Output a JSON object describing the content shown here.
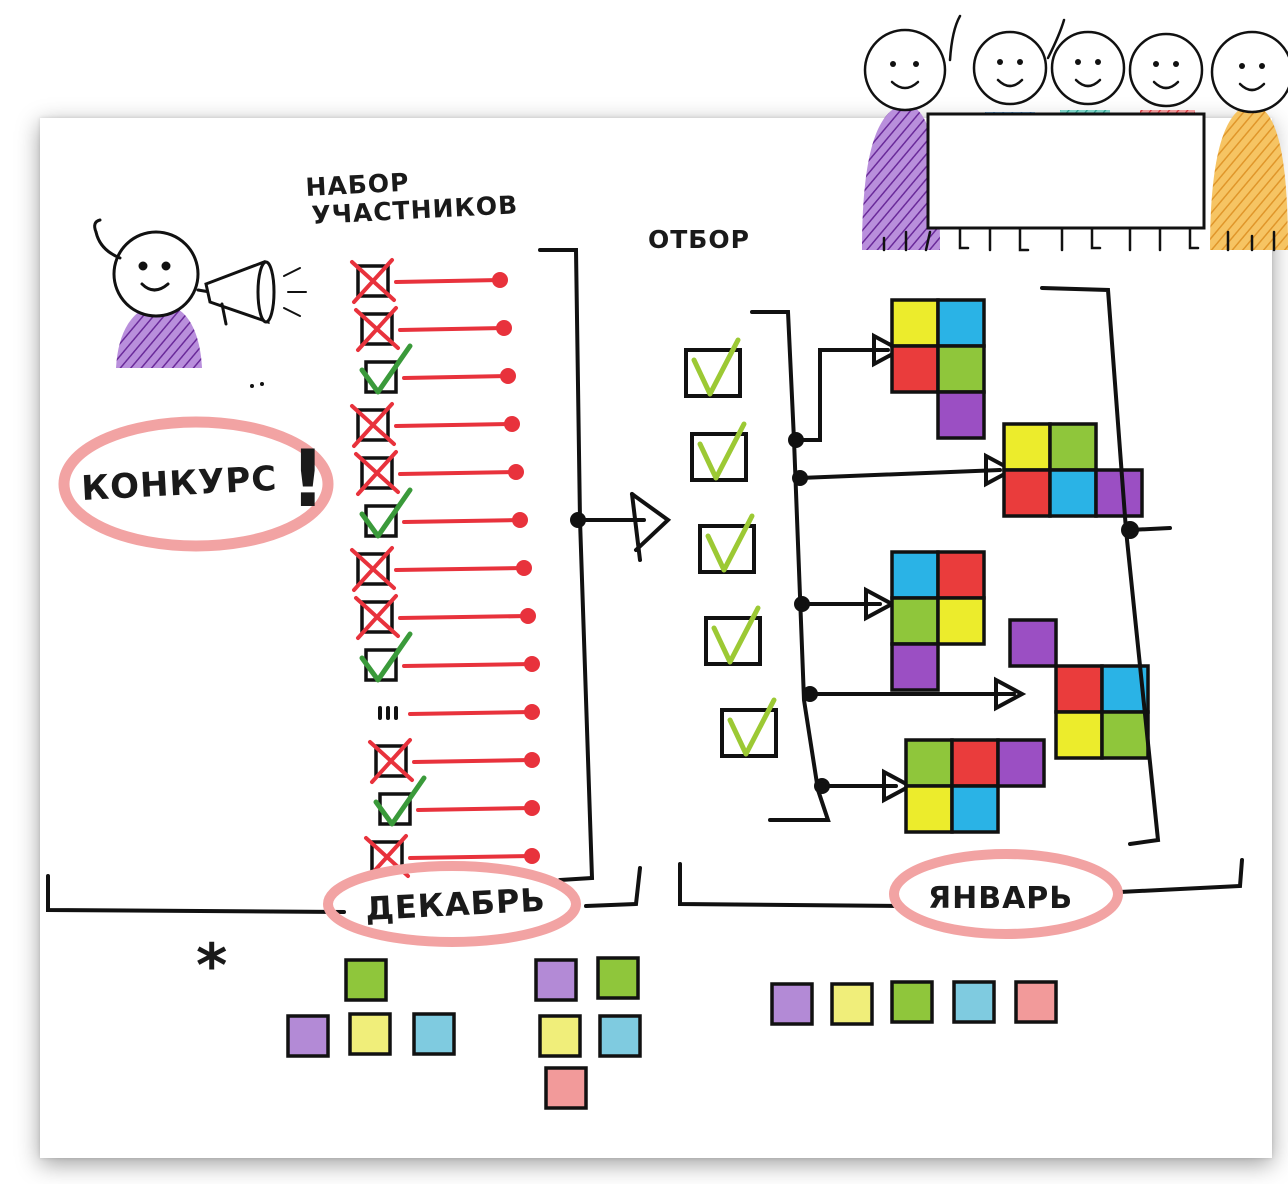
{
  "labels": {
    "recruitment_line1": "НАБОР",
    "recruitment_line2": "УЧАСТНИКОВ",
    "selection": "ОТБОР",
    "contest": "КОНКУРС",
    "contest_exclaim": "!",
    "december": "ДЕКАБРЬ",
    "january": "ЯНВАРЬ",
    "footnote_mark": "*"
  },
  "candidates": [
    {
      "status": "rejected"
    },
    {
      "status": "rejected"
    },
    {
      "status": "accepted"
    },
    {
      "status": "rejected"
    },
    {
      "status": "rejected"
    },
    {
      "status": "accepted"
    },
    {
      "status": "rejected"
    },
    {
      "status": "rejected"
    },
    {
      "status": "accepted"
    },
    {
      "status": "pending"
    },
    {
      "status": "rejected"
    },
    {
      "status": "accepted"
    },
    {
      "status": "rejected"
    }
  ],
  "selected_count": 5,
  "colors": {
    "red": "#e8323c",
    "check_green": "#3a9a3a",
    "light_green": "#9cc934",
    "ink": "#111111",
    "circle_pink": "#f2a3a3",
    "square_yellow": "#ecec2c",
    "square_blue": "#2ab3e6",
    "square_red": "#ea3c3c",
    "square_green": "#8fc63b",
    "square_purple": "#9b4fc3",
    "square_pink": "#f29a9a",
    "square_light_blue": "#7fcbe0",
    "square_light_yellow": "#f0ee7a",
    "square_light_purple": "#b38ad6"
  },
  "teams": [
    [
      "yellow",
      "blue",
      "red",
      "green",
      null,
      "purple"
    ],
    [
      "yellow",
      "green",
      "red",
      "blue",
      null,
      "purple"
    ],
    [
      "blue",
      "red",
      "green",
      "yellow",
      "purple",
      null
    ],
    [
      "purple",
      "red",
      "blue",
      "yellow",
      "green",
      null
    ],
    [
      "green",
      "red",
      "yellow",
      "blue",
      "purple",
      null
    ]
  ],
  "legend": {
    "group1": [
      "green",
      "purple",
      "yellow",
      "blue"
    ],
    "group2": [
      "purple",
      "green",
      "yellow",
      "blue",
      "pink"
    ],
    "group3": [
      "purple",
      "yellow",
      "green",
      "blue",
      "pink"
    ]
  },
  "icons": [
    "megaphone-person-icon",
    "team-holding-banner-icon"
  ]
}
